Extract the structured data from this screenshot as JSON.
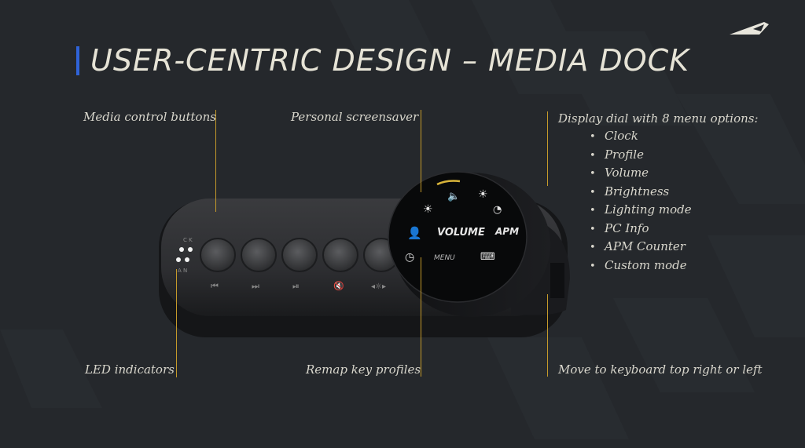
{
  "slide": {
    "title": "USER-CENTRIC DESIGN – MEDIA DOCK"
  },
  "callouts": {
    "media_control_buttons": "Media control buttons",
    "personal_screensaver": "Personal screensaver",
    "display_dial_intro": "Display dial with 8 menu options:",
    "led_indicators": "LED indicators",
    "remap_key_profiles": "Remap key profiles",
    "move_to_keyboard": "Move to keyboard top right or left"
  },
  "dial_menu_options": [
    "Clock",
    "Profile",
    "Volume",
    "Brightness",
    "Lighting mode",
    "PC Info",
    "APM Counter",
    "Custom mode"
  ],
  "device": {
    "screen_center": "VOLUME",
    "screen_right": "APM",
    "screen_bottom": "MENU",
    "led_labels_top": "C  K",
    "led_labels_bottom": "A  N"
  },
  "colors": {
    "background": "#25282c",
    "accent_bar": "#2f63d8",
    "callout_line": "#c59a2a",
    "text": "#d8d6cc",
    "title": "#e6e3d6"
  },
  "icons": [
    "logo-icon",
    "previous-track-icon",
    "next-track-icon",
    "play-pause-icon",
    "mute-icon",
    "brightness-icon",
    "volume-icon",
    "sun-icon",
    "speedometer-icon",
    "profile-icon",
    "clock-icon",
    "keyboard-icon"
  ]
}
